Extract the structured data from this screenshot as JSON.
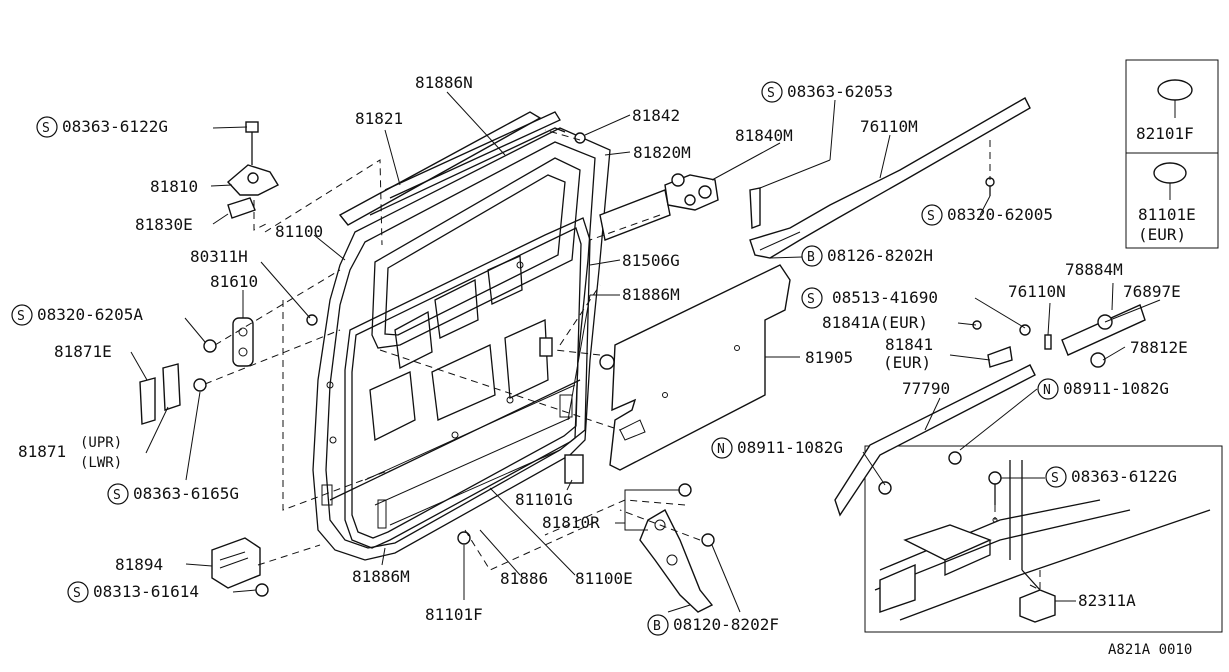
{
  "diagram": {
    "labels": {
      "l81886N": "81886N",
      "l81821": "81821",
      "l81842": "81842",
      "l81840M": "81840M",
      "l81820M": "81820M",
      "l76110M": "76110M",
      "l08363_62053": "08363-62053",
      "l08363_6122G_top": "08363-6122G",
      "l81810": "81810",
      "l81830E": "81830E",
      "l81100": "81100",
      "l80311H": "80311H",
      "l81610": "81610",
      "l08320_6205A": "08320-6205A",
      "l81871E": "81871E",
      "l81871": "81871",
      "l81871_upr": "(UPR)",
      "l81871_lwr": "(LWR)",
      "l08363_6165G": "08363-6165G",
      "l81894": "81894",
      "l08313_61614": "08313-61614",
      "l81886M_bottom": "81886M",
      "l81101F_bottom": "81101F",
      "l81886": "81886",
      "l81100E": "81100E",
      "l81101G": "81101G",
      "l81810R": "81810R",
      "l08120_8202F": "08120-8202F",
      "l81506G": "81506G",
      "l81886M_right": "81886M",
      "l08126_8202H": "08126-8202H",
      "l81905": "81905",
      "l08320_62005": "08320-62005",
      "l08513_41690": "08513-41690",
      "l76110N": "76110N",
      "l78884M": "78884M",
      "l76897E": "76897E",
      "l81841A": "81841A(EUR)",
      "l81841": "81841",
      "l81841_eur": "(EUR)",
      "l78812E": "78812E",
      "l77790": "77790",
      "l08911_1082G_right": "08911-1082G",
      "l08911_1082G_left": "08911-1082G",
      "l08363_6122G_inset": "08363-6122G",
      "l82311A": "82311A",
      "l82101F": "82101F",
      "l81101E": "81101E",
      "l81101E_eur": "(EUR)",
      "ref": "A821A 0010"
    },
    "prefixes": {
      "S": "S",
      "B": "B",
      "N": "N"
    }
  }
}
